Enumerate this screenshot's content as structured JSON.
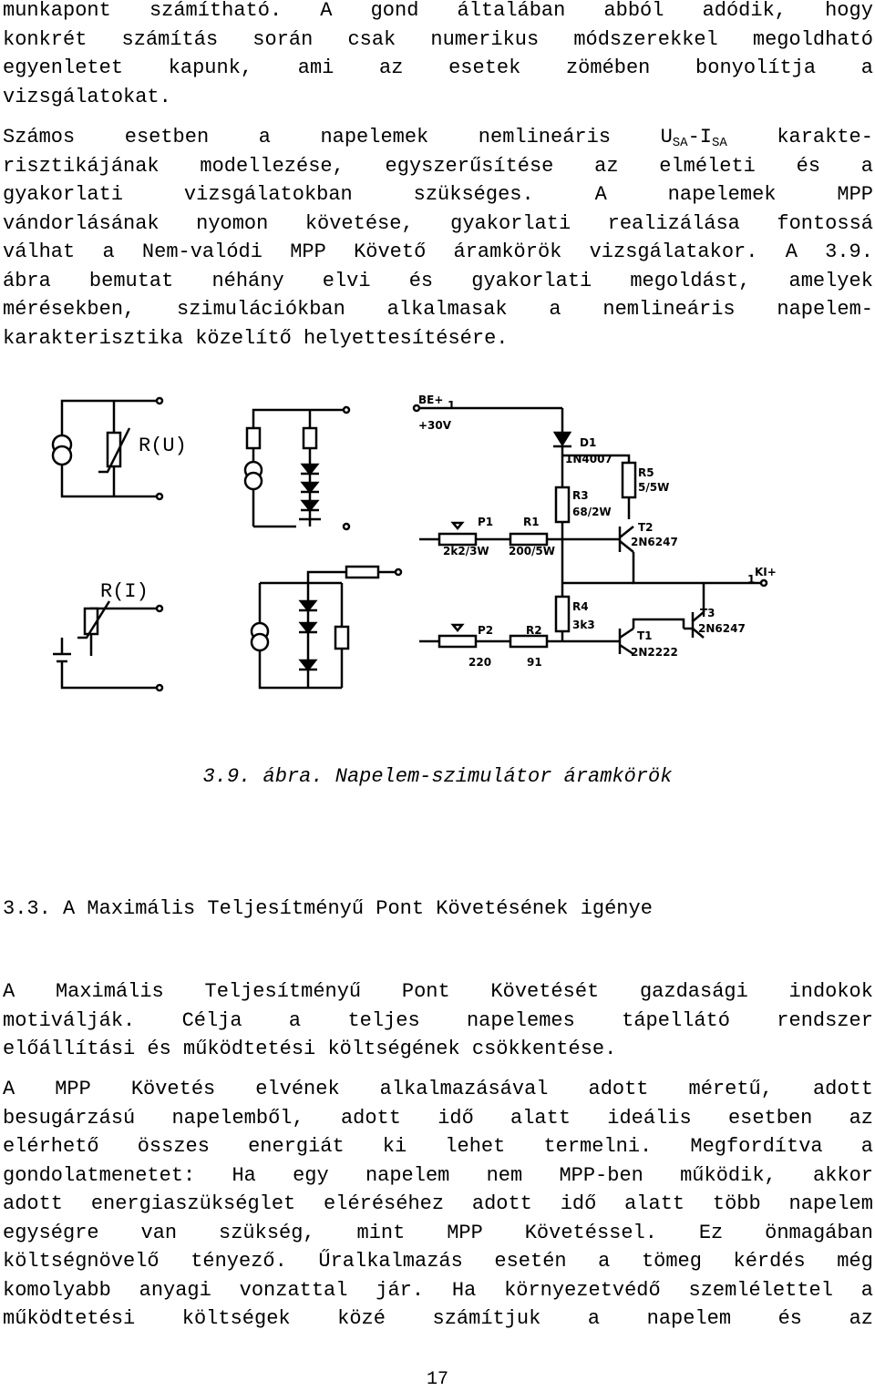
{
  "para1": [
    [
      "munkapont",
      "számítható.",
      "A",
      "gond",
      "általában",
      "abból",
      "adódik,",
      "hogy"
    ],
    [
      "konkrét",
      "számítás",
      "során",
      "csak",
      "numerikus",
      "módszerekkel",
      "megoldható"
    ],
    [
      "egyenletet",
      "kapunk,",
      "ami",
      "az",
      "esetek",
      "zömében",
      "bonyolítja",
      "a"
    ],
    [
      "vizsgálatokat."
    ]
  ],
  "para2_line1": {
    "pre": [
      "Számos",
      "esetben",
      "a",
      "napelemek",
      "nemlineáris"
    ],
    "u": "U",
    "u_sub": "SA",
    "dash": "-I",
    "i_sub": "SA",
    "post": "karakte-"
  },
  "para2": [
    [
      "risztikájának",
      "modellezése,",
      "egyszerűsítése",
      "az",
      "elméleti",
      "és",
      "a"
    ],
    [
      "gyakorlati",
      "vizsgálatokban",
      "szükséges.",
      "A",
      "napelemek",
      "MPP"
    ],
    [
      "vándorlásának",
      "nyomon",
      "követése,",
      "gyakorlati",
      "realizálása",
      "fontossá"
    ],
    [
      "válhat",
      "a",
      "Nem-valódi",
      "MPP",
      "Követő",
      "áramkörök",
      "vizsgálatakor.",
      "A",
      "3.9."
    ],
    [
      "ábra",
      "bemutat",
      "néhány",
      "elvi",
      "és",
      "gyakorlati",
      "megoldást,",
      "amelyek"
    ],
    [
      "mérésekben,",
      "szimulációkban",
      "alkalmasak",
      "a",
      "nemlineáris",
      "napelem-"
    ],
    [
      "karakterisztika közelítő helyettesítésére."
    ]
  ],
  "figure": {
    "label_ru": "R(U)",
    "label_ri": "R(I)",
    "be_label": "BE+",
    "be_pin": "1",
    "be_voltage": "+30V",
    "ki_label": "KI+",
    "ki_pin": "1",
    "d1": "D1",
    "d1_type": "1N4007",
    "r5": "R5",
    "r5_val": "5/5W",
    "r3": "R3",
    "r3_val": "68/2W",
    "t2": "T2",
    "t2_type": "2N6247",
    "p1": "P1",
    "p1_val": "2k2/3W",
    "r1": "R1",
    "r1_val": "200/5W",
    "r4": "R4",
    "r4_val": "3k3",
    "t3": "T3",
    "t3_type": "2N6247",
    "t1": "T1",
    "t1_type": "2N2222",
    "p2": "P2",
    "p2_val": "220",
    "r2": "R2",
    "r2_val": "91"
  },
  "caption": "3.9. ábra. Napelem-szimulátor áramkörök",
  "heading": "3.3. A Maximális Teljesítményű Pont Követésének igénye",
  "para3": [
    [
      "A",
      "Maximális",
      "Teljesítményű",
      "Pont",
      "Követését",
      "gazdasági",
      "indokok"
    ],
    [
      "motiválják.",
      "Célja",
      "a",
      "teljes",
      "napelemes",
      "tápellátó",
      "rendszer"
    ],
    [
      "előállítási és működtetési költségének csökkentése."
    ]
  ],
  "para4": [
    [
      "A",
      "MPP",
      "Követés",
      "elvének",
      "alkalmazásával",
      "adott",
      "méretű,",
      "adott"
    ],
    [
      "besugárzású",
      "napelemből,",
      "adott",
      "idő",
      "alatt",
      "ideális",
      "esetben",
      "az"
    ],
    [
      "elérhető",
      "összes",
      "energiát",
      "ki",
      "lehet",
      "termelni.",
      "Megfordítva",
      "a"
    ],
    [
      "gondolatmenetet:",
      "Ha",
      "egy",
      "napelem",
      "nem",
      "MPP-ben",
      "működik,",
      "akkor"
    ],
    [
      "adott",
      "energiaszükséglet",
      "eléréséhez",
      "adott",
      "idő",
      "alatt",
      "több",
      "napelem"
    ],
    [
      "egységre",
      "van",
      "szükség,",
      "mint",
      "MPP",
      "Követéssel.",
      "Ez",
      "önmagában"
    ],
    [
      "költségnövelő",
      "tényező.",
      "Űralkalmazás",
      "esetén",
      "a",
      "tömeg",
      "kérdés",
      "még"
    ],
    [
      "komolyabb",
      "anyagi",
      "vonzattal",
      "jár.",
      "Ha",
      "környezetvédő",
      "szemlélettel",
      "a"
    ],
    [
      "működtetési",
      "költségek",
      "közé",
      "számítjuk",
      "a",
      "napelem",
      "és",
      "az"
    ]
  ],
  "page_number": "17"
}
